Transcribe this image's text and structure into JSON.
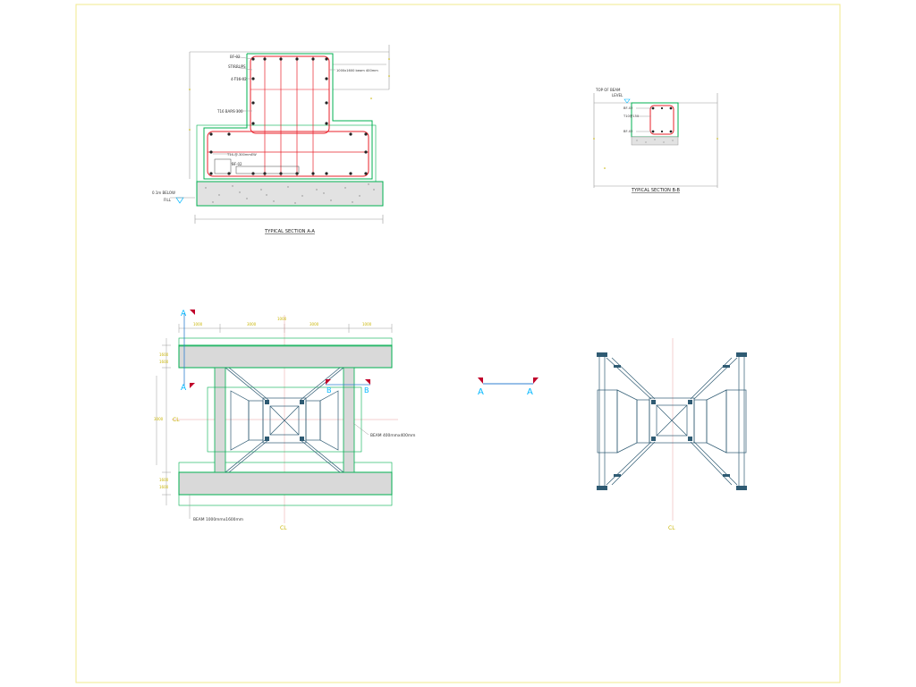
{
  "labels": {
    "section_aa_title": "TYPICAL SECTION A-A",
    "section_bb_title": "TYPICAL SECTION B-B",
    "top_of_beam_1": "TOP OF BEAM",
    "top_of_beam_2": "LEVEL",
    "beam_small": "BEAM 400mmx400mm",
    "beam_large": "BEAM 1000mmx1600mm",
    "below_fill_1": "0.1m BELOW",
    "below_fill_2": "FILL",
    "bar_tag_bf": "BF-02",
    "bar_tag_stirrups": "STIRRUPS",
    "bar_tag_t16": "4-T16-02",
    "bar_tag_bars": "T16 BARS 300",
    "bar_tag_side": "T16-@-300mmEW",
    "bar_tag_bf2": "BF-02",
    "beam_note_aa": "1000x1600 beam 400mm",
    "bb_tag_1": "BF-02",
    "bb_tag_2": "T10@150",
    "bb_tag_3": "BF-02",
    "dim_top_1": "1000",
    "dim_top_2": "3000",
    "dim_top_3": "1000",
    "dim_top_4": "3000",
    "dim_top_5": "1000",
    "dim_left_1": "1600",
    "dim_left_2": "1600",
    "dim_left_mid": "3000",
    "dim_left_3": "1600",
    "dim_left_4": "1600",
    "cut_a": "A",
    "cut_b": "B",
    "centerline": "CL"
  },
  "colors": {
    "outline": "#00b050",
    "rebar": "#e8202a",
    "line": "#7a7a7a",
    "dim": "#c8b400",
    "section_mark": "#00b7ff",
    "cut_arrow": "#c0002a",
    "frame": "#f2e98c",
    "steel": "#2f5b73",
    "beam_fill": "#d9d9d9"
  }
}
